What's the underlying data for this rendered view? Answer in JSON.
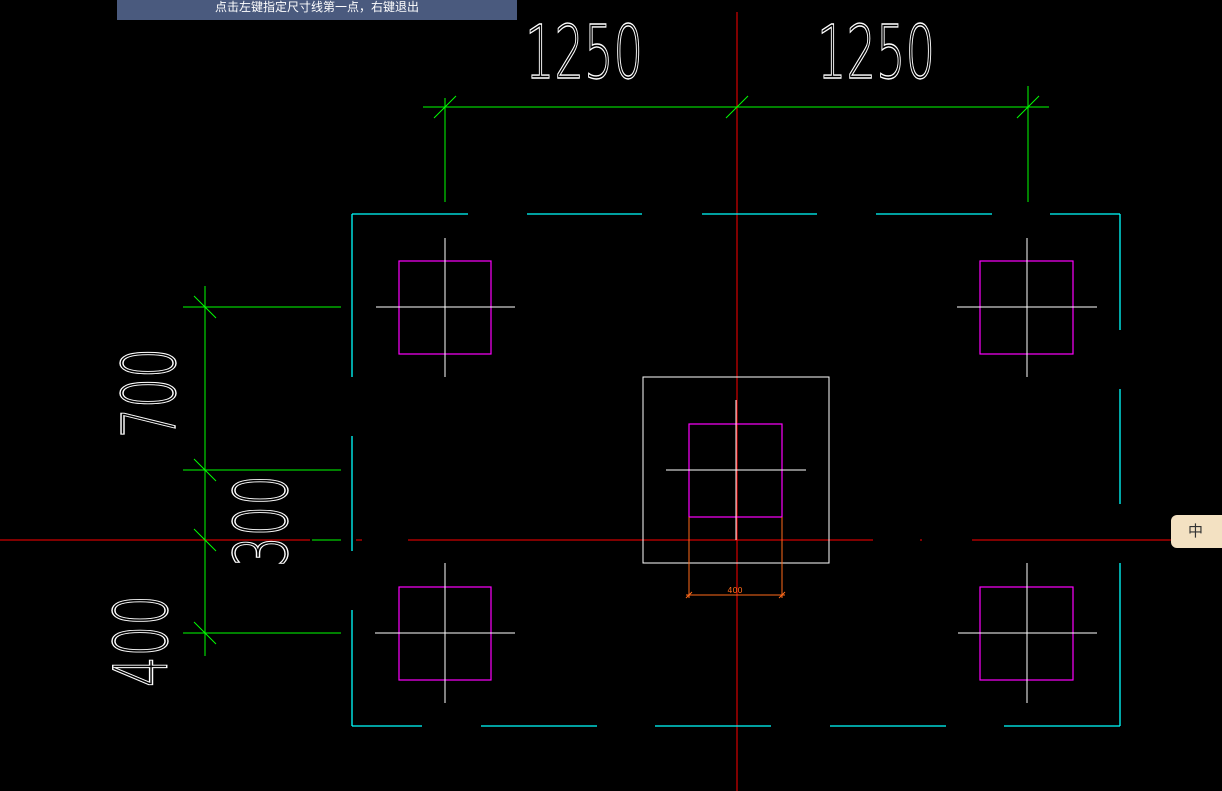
{
  "prompt": {
    "text": "点击左键指定尺寸线第一点，右键退出"
  },
  "ime": {
    "label": "中"
  },
  "dimensions": {
    "top_left": "1250",
    "top_right": "1250",
    "left_upper": "700",
    "left_middle": "300",
    "left_lower": "400",
    "center_small": "400"
  },
  "colors": {
    "background": "#000000",
    "axis": "#ff0000",
    "dimension_line": "#00ff00",
    "outline": "#00ffff",
    "column": "#ff00ff",
    "crosshair": "#ffffff",
    "pedestal": "#ffffff",
    "small_dimension": "#ff6a1a",
    "prompt_bar": "#4a5a7e"
  }
}
